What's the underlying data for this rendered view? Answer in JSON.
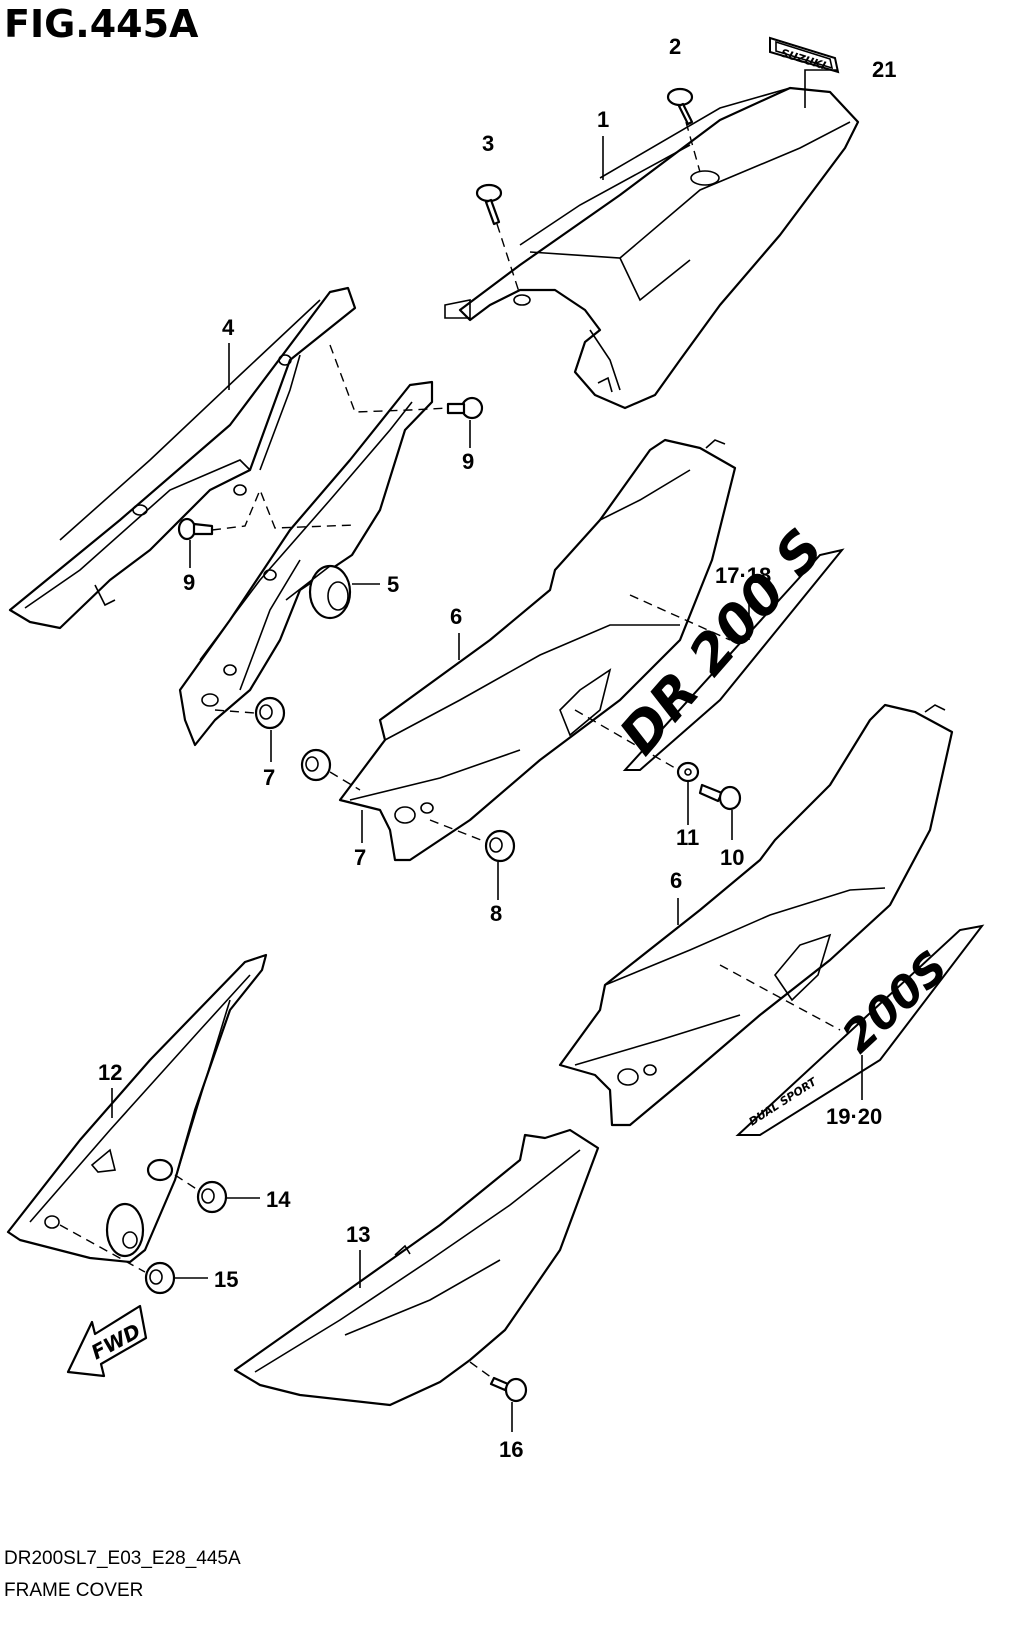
{
  "figure": {
    "title": "FIG.445A",
    "diagram_code": "DR200SL7_E03_E28_445A",
    "name": "FRAME COVER"
  },
  "callouts": {
    "c1": "1",
    "c2": "2",
    "c3": "3",
    "c4": "4",
    "c5": "5",
    "c6a": "6",
    "c6b": "6",
    "c7a": "7",
    "c7b": "7",
    "c8": "8",
    "c9a": "9",
    "c9b": "9",
    "c10": "10",
    "c11": "11",
    "c12": "12",
    "c13": "13",
    "c14": "14",
    "c15": "15",
    "c16": "16",
    "c17_18": "17·18",
    "c19_20": "19·20",
    "c21": "21"
  },
  "decals": {
    "emblem": "SUZUKI",
    "model_17_18": "DR 200 S",
    "model_19_20": "200S",
    "sub_19_20": "DUAL SPORT"
  },
  "direction_arrow": {
    "label": "FWD"
  }
}
